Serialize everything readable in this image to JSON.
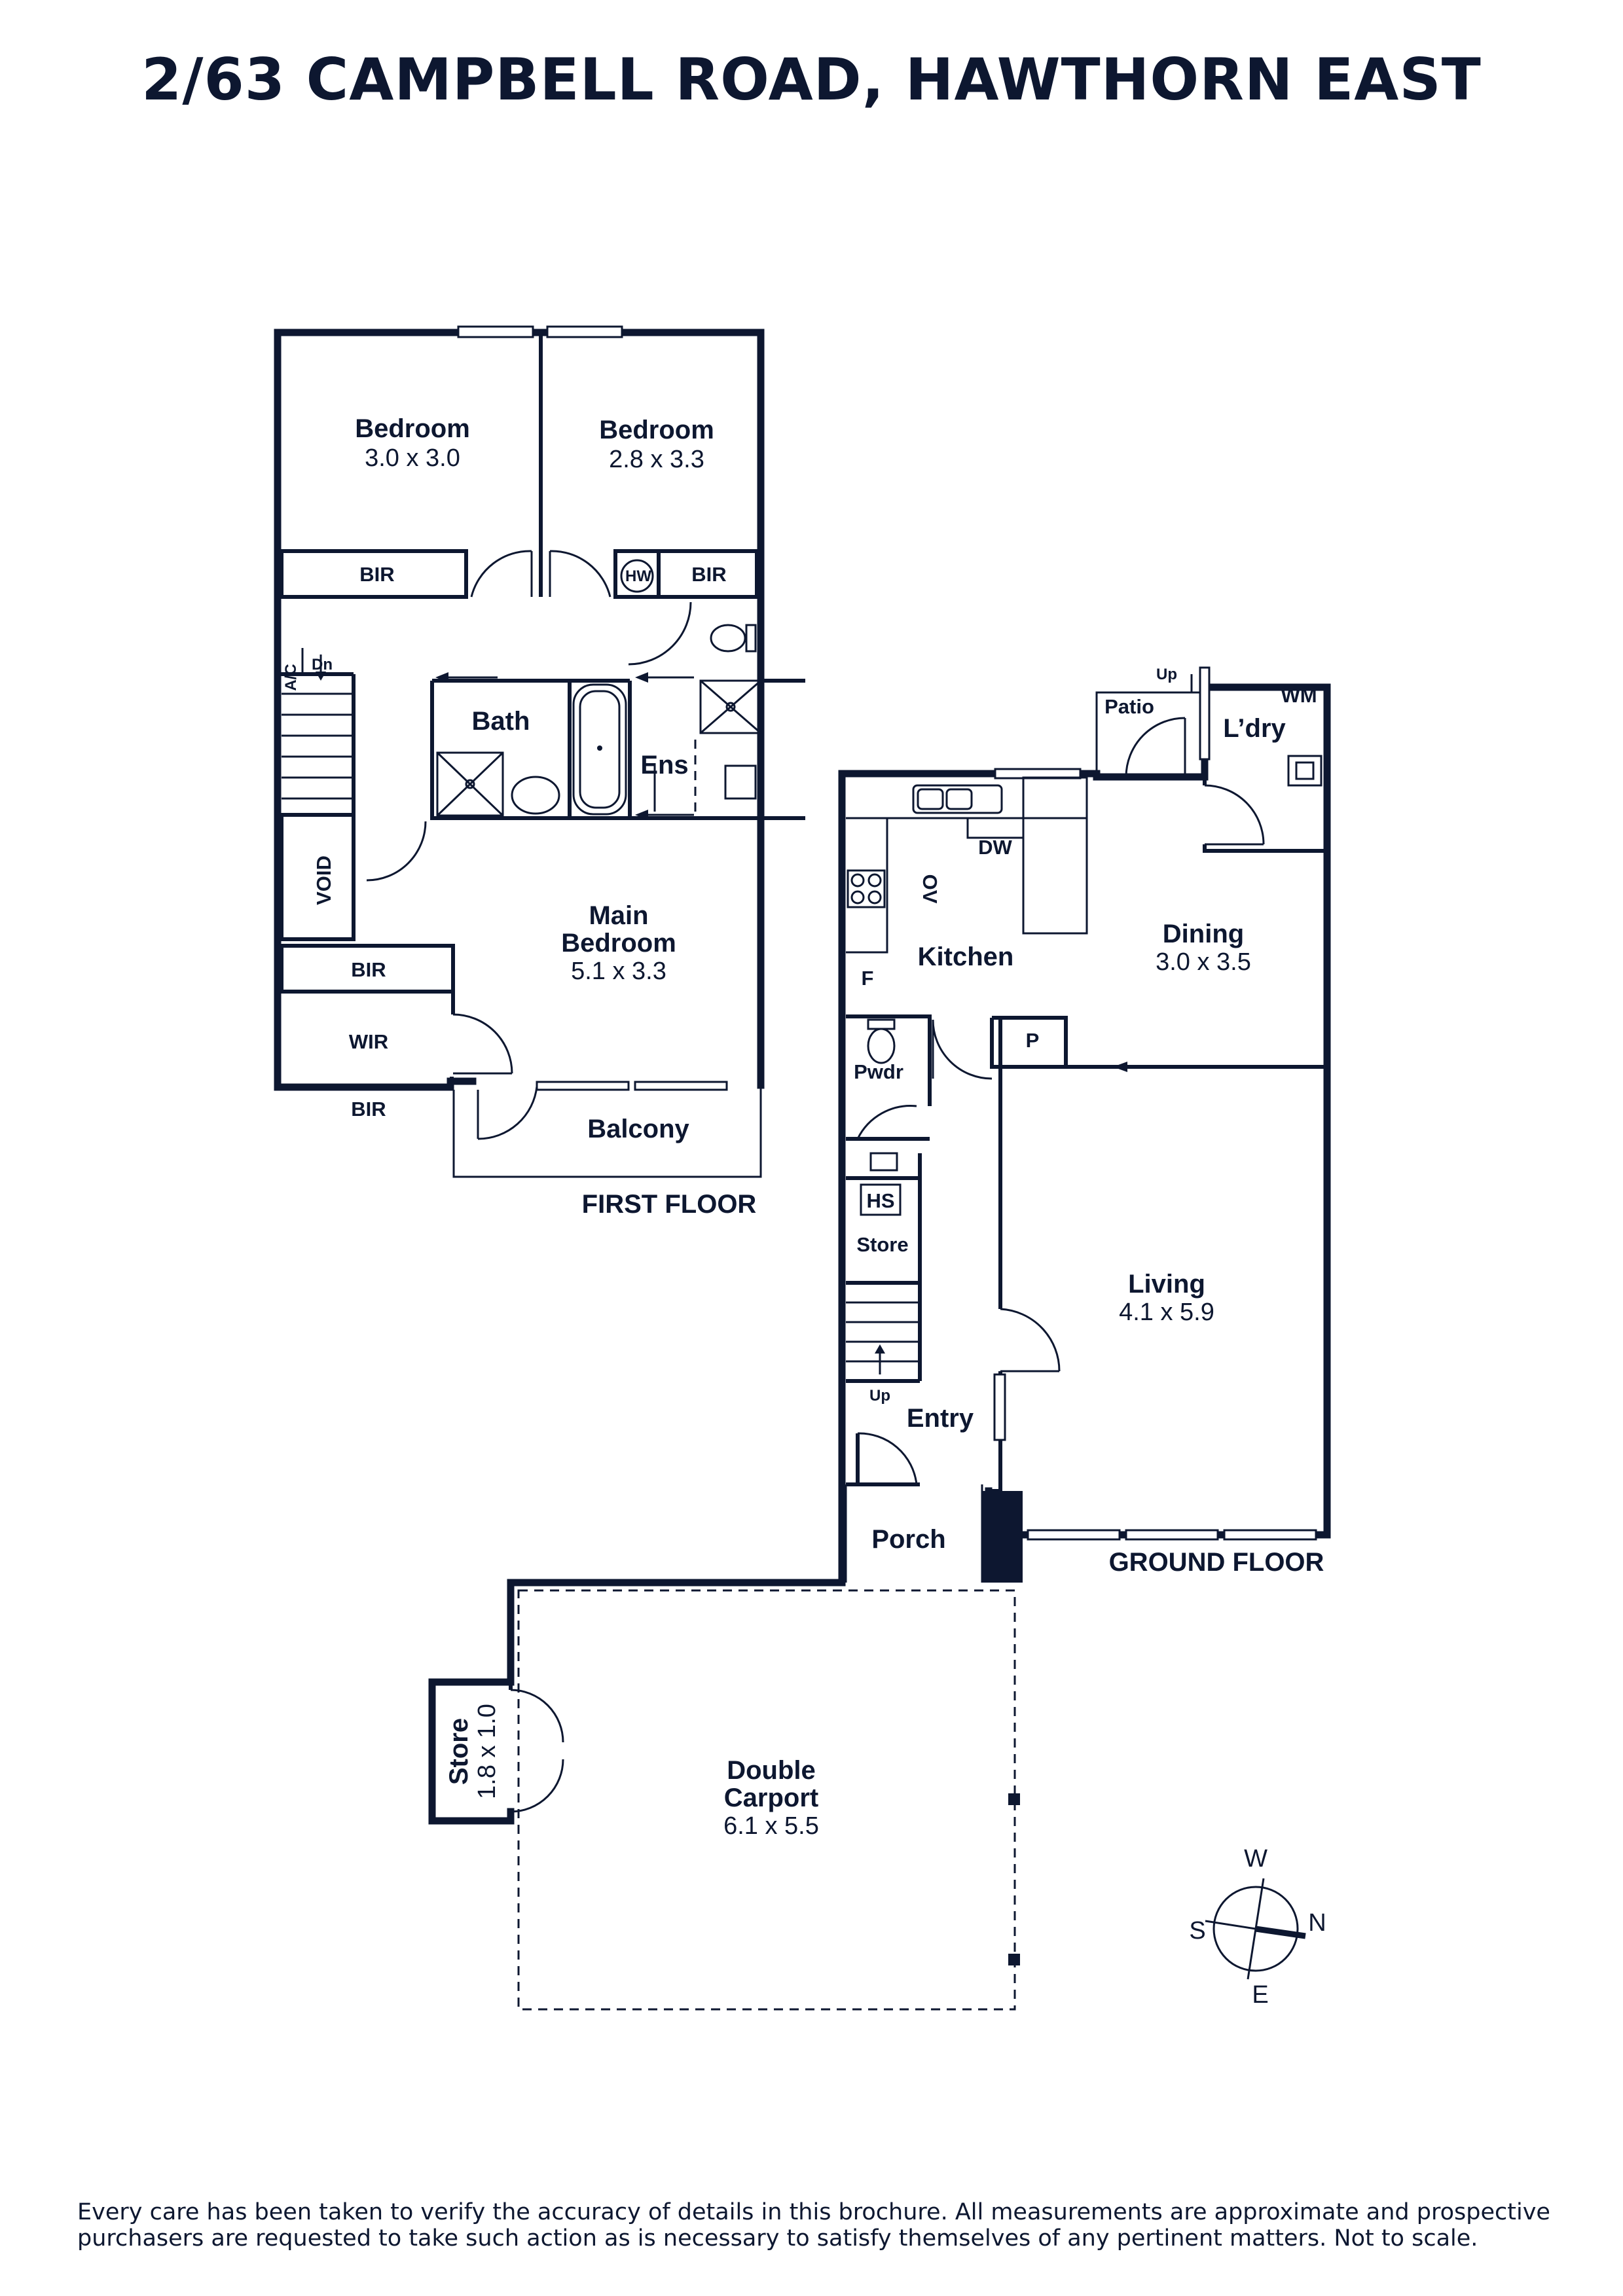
{
  "title": "2/63 CAMPBELL ROAD, HAWTHORN EAST",
  "first_floor": {
    "label": "FIRST FLOOR",
    "bedroom_1": {
      "name": "Bedroom",
      "dims": "3.0 x 3.0"
    },
    "bedroom_2": {
      "name": "Bedroom",
      "dims": "2.8 x 3.3"
    },
    "main_bedroom": {
      "name_line1": "Main",
      "name_line2": "Bedroom",
      "dims": "5.1 x 3.3"
    },
    "bath": "Bath",
    "ens": "Ens",
    "bir_1": "BIR",
    "bir_2": "BIR",
    "bir_3": "BIR",
    "bir_4": "BIR",
    "wir": "WIR",
    "balcony": "Balcony",
    "void": "VOID",
    "ac": "A/C",
    "dn": "Dn",
    "hw": "HW"
  },
  "ground_floor": {
    "label": "GROUND FLOOR",
    "kitchen": "Kitchen",
    "dining": {
      "name": "Dining",
      "dims": "3.0 x 3.5"
    },
    "living": {
      "name": "Living",
      "dims": "4.1 x 5.9"
    },
    "laundry": "L’dry",
    "patio": "Patio",
    "up_patio": "Up",
    "wm": "WM",
    "dw": "DW",
    "ov": "OV",
    "f": "F",
    "p": "P",
    "pwdr": "Pwdr",
    "hs": "HS",
    "store": "Store",
    "up_stairs": "Up",
    "entry": "Entry",
    "porch": "Porch"
  },
  "carport": {
    "name_line1": "Double",
    "name_line2": "Carport",
    "dims": "6.1 x 5.5"
  },
  "side_store": {
    "name": "Store",
    "dims": "1.8 x 1.0"
  },
  "compass": {
    "n": "N",
    "s": "S",
    "e": "E",
    "w": "W"
  },
  "disclaimer": "Every care has been taken to verify the accuracy of details in this brochure. All measurements are approximate and prospective purchasers are requested to take such action as is necessary to satisfy themselves of any pertinent matters. Not to scale.",
  "colors": {
    "ink": "#0d1730",
    "background": "#ffffff"
  }
}
